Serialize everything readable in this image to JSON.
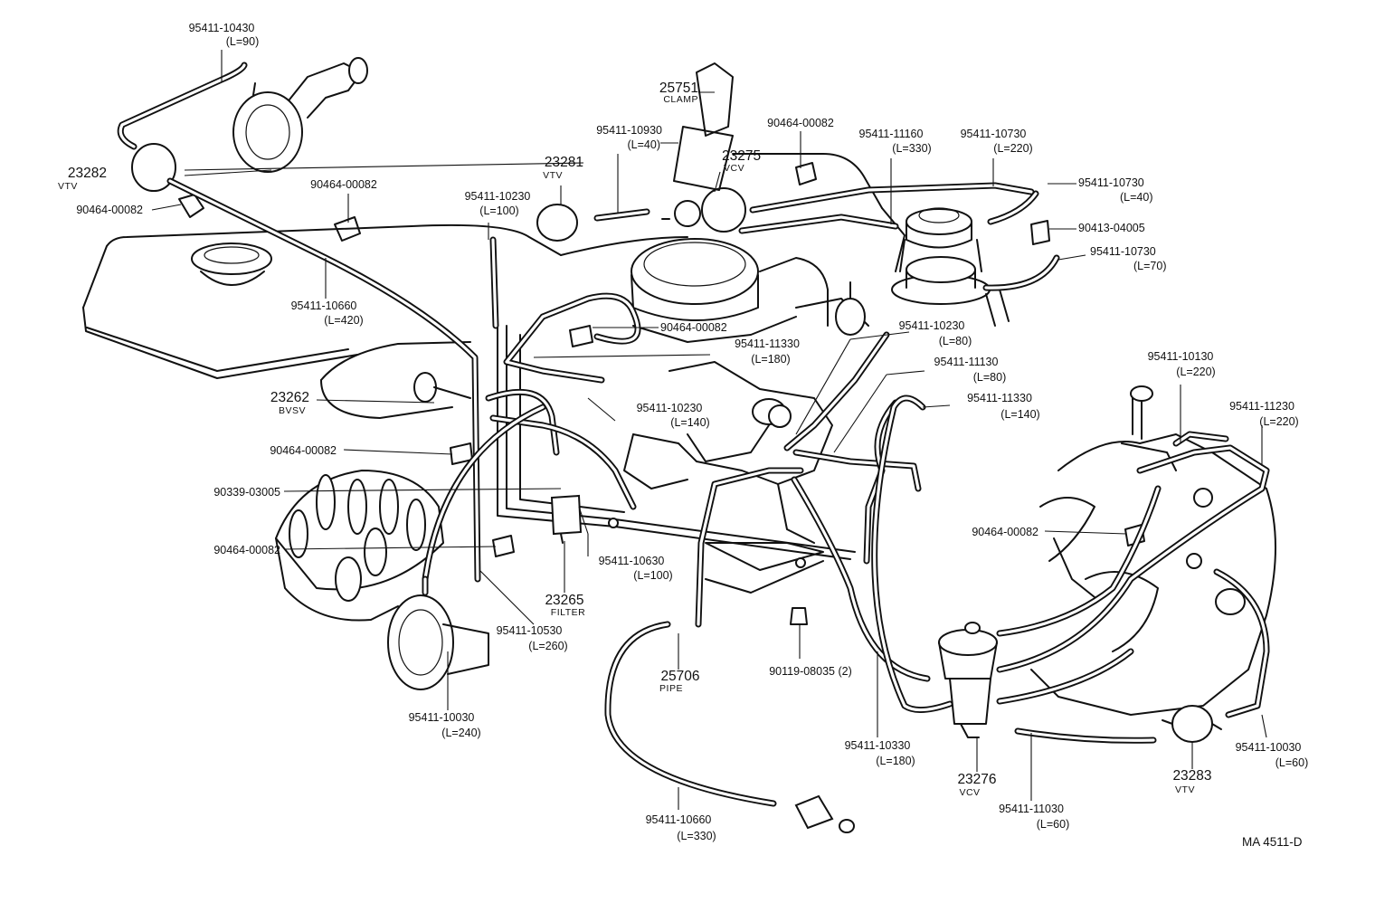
{
  "figure_id": "MA  4511-D",
  "parts": {
    "vtv_23282": {
      "number": "23282",
      "name": "VTV"
    },
    "vtv_23281": {
      "number": "23281",
      "name": "VTV"
    },
    "clamp_25751": {
      "number": "25751",
      "name": "CLAMP"
    },
    "vcv_23275": {
      "number": "23275",
      "name": "VCV"
    },
    "bvsv_23262": {
      "number": "23262",
      "name": "BVSV"
    },
    "filter_23265": {
      "number": "23265",
      "name": "FILTER"
    },
    "pipe_25706": {
      "number": "25706",
      "name": "PIPE"
    },
    "vcv_23276": {
      "number": "23276",
      "name": "VCV"
    },
    "vtv_23283": {
      "number": "23283",
      "name": "VTV"
    }
  },
  "hoses": {
    "h10430": {
      "number": "95411-10430",
      "length": "(L=90)"
    },
    "h10930": {
      "number": "95411-10930",
      "length": "(L=40)"
    },
    "h10230_top": {
      "number": "95411-10230",
      "length": "(L=100)"
    },
    "h10660_top": {
      "number": "95411-10660",
      "length": "(L=420)"
    },
    "h11160": {
      "number": "95411-11160",
      "length": "(L=330)"
    },
    "h10730_220": {
      "number": "95411-10730",
      "length": "(L=220)"
    },
    "h10730_40": {
      "number": "95411-10730",
      "length": "(L=40)"
    },
    "h10730_70": {
      "number": "95411-10730",
      "length": "(L=70)"
    },
    "h10230_80": {
      "number": "95411-10230",
      "length": "(L=80)"
    },
    "h11330_180": {
      "number": "95411-11330",
      "length": "(L=180)"
    },
    "h11130": {
      "number": "95411-11130",
      "length": "(L=80)"
    },
    "h11330_140": {
      "number": "95411-11330",
      "length": "(L=140)"
    },
    "h10230_140": {
      "number": "95411-10230",
      "length": "(L=140)"
    },
    "h10130": {
      "number": "95411-10130",
      "length": "(L=220)"
    },
    "h11230": {
      "number": "95411-11230",
      "length": "(L=220)"
    },
    "h10630": {
      "number": "95411-10630",
      "length": "(L=100)"
    },
    "h10530": {
      "number": "95411-10530",
      "length": "(L=260)"
    },
    "h10030_left": {
      "number": "95411-10030",
      "length": "(L=240)"
    },
    "h10330": {
      "number": "95411-10330",
      "length": "(L=180)"
    },
    "h10660_bottom": {
      "number": "95411-10660",
      "length": "(L=330)"
    },
    "h11030": {
      "number": "95411-11030",
      "length": "(L=60)"
    },
    "h10030_right": {
      "number": "95411-10030",
      "length": "(L=60)"
    }
  },
  "fasteners": {
    "clip_a": "90464-00082",
    "clip_b": "90464-00082",
    "clip_c": "90464-00082",
    "clip_d": "90464-00082",
    "clip_e": "90464-00082",
    "clip_f": "90464-00082",
    "clip_g": "90464-00082",
    "union_90413": "90413-04005",
    "plug_90339": "90339-03005",
    "bolt_90119": "90119-08035 (2)"
  }
}
